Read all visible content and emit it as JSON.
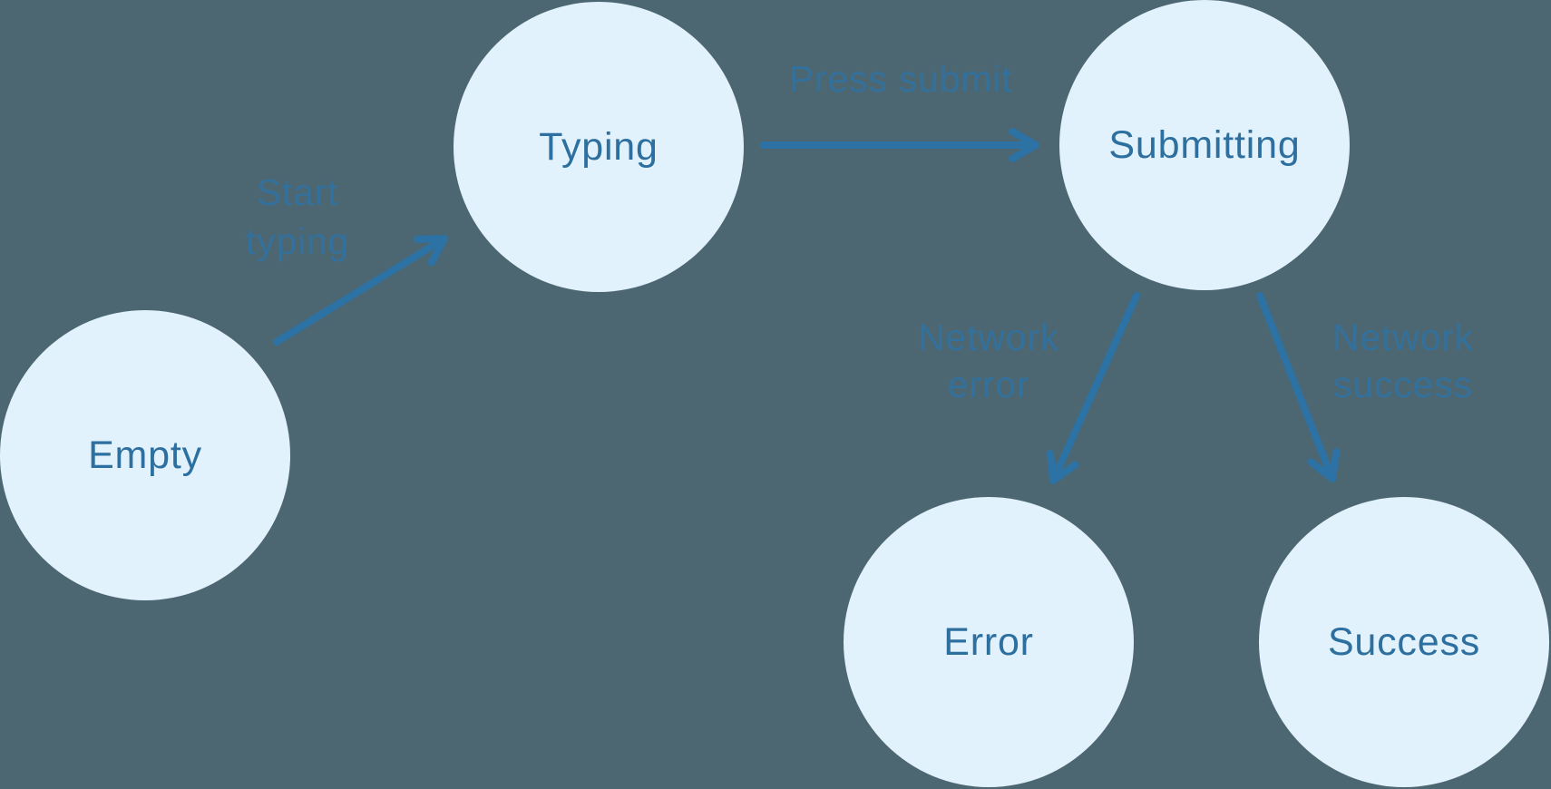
{
  "diagram": {
    "colors": {
      "background": "#4C6771",
      "node_fill": "#E2F2FC",
      "node_text": "#2D6F9F",
      "arrow": "#2D72A4",
      "edge_label_text": "#2E73A5"
    },
    "nodes": [
      {
        "id": "empty",
        "label": "Empty"
      },
      {
        "id": "typing",
        "label": "Typing"
      },
      {
        "id": "submitting",
        "label": "Submitting"
      },
      {
        "id": "error",
        "label": "Error"
      },
      {
        "id": "success",
        "label": "Success"
      }
    ],
    "edges": [
      {
        "from": "Empty",
        "to": "Typing",
        "label": "Start typing",
        "lines": [
          "Start",
          "typing"
        ]
      },
      {
        "from": "Typing",
        "to": "Submitting",
        "label": "Press submit",
        "lines": [
          "Press submit"
        ]
      },
      {
        "from": "Submitting",
        "to": "Error",
        "label": "Network error",
        "lines": [
          "Network",
          "error"
        ]
      },
      {
        "from": "Submitting",
        "to": "Success",
        "label": "Network success",
        "lines": [
          "Network",
          "success"
        ]
      }
    ]
  }
}
